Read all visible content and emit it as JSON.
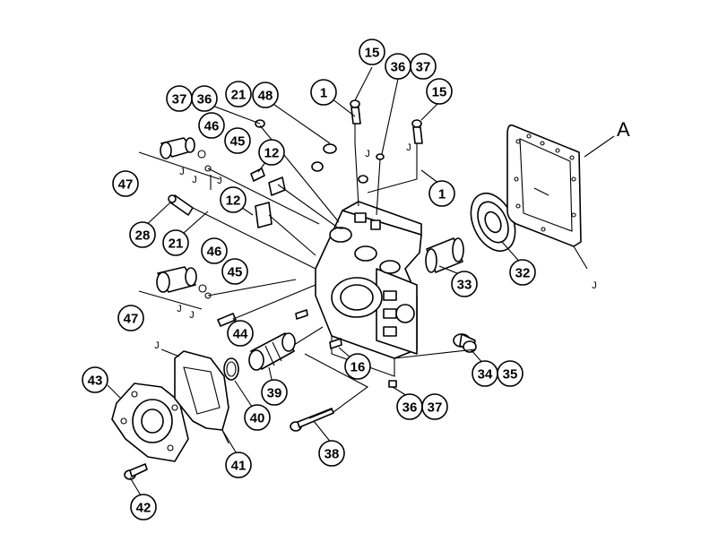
{
  "diagram": {
    "callouts": [
      "37",
      "36",
      "21",
      "48",
      "1",
      "15",
      "36",
      "37",
      "15",
      "46",
      "45",
      "12",
      "47",
      "1",
      "28",
      "12",
      "21",
      "46",
      "45",
      "47",
      "44",
      "16",
      "33",
      "32",
      "43",
      "39",
      "40",
      "41",
      "42",
      "38",
      "36",
      "37",
      "34",
      "35"
    ],
    "letters": {
      "j": "J",
      "a": "A"
    }
  }
}
